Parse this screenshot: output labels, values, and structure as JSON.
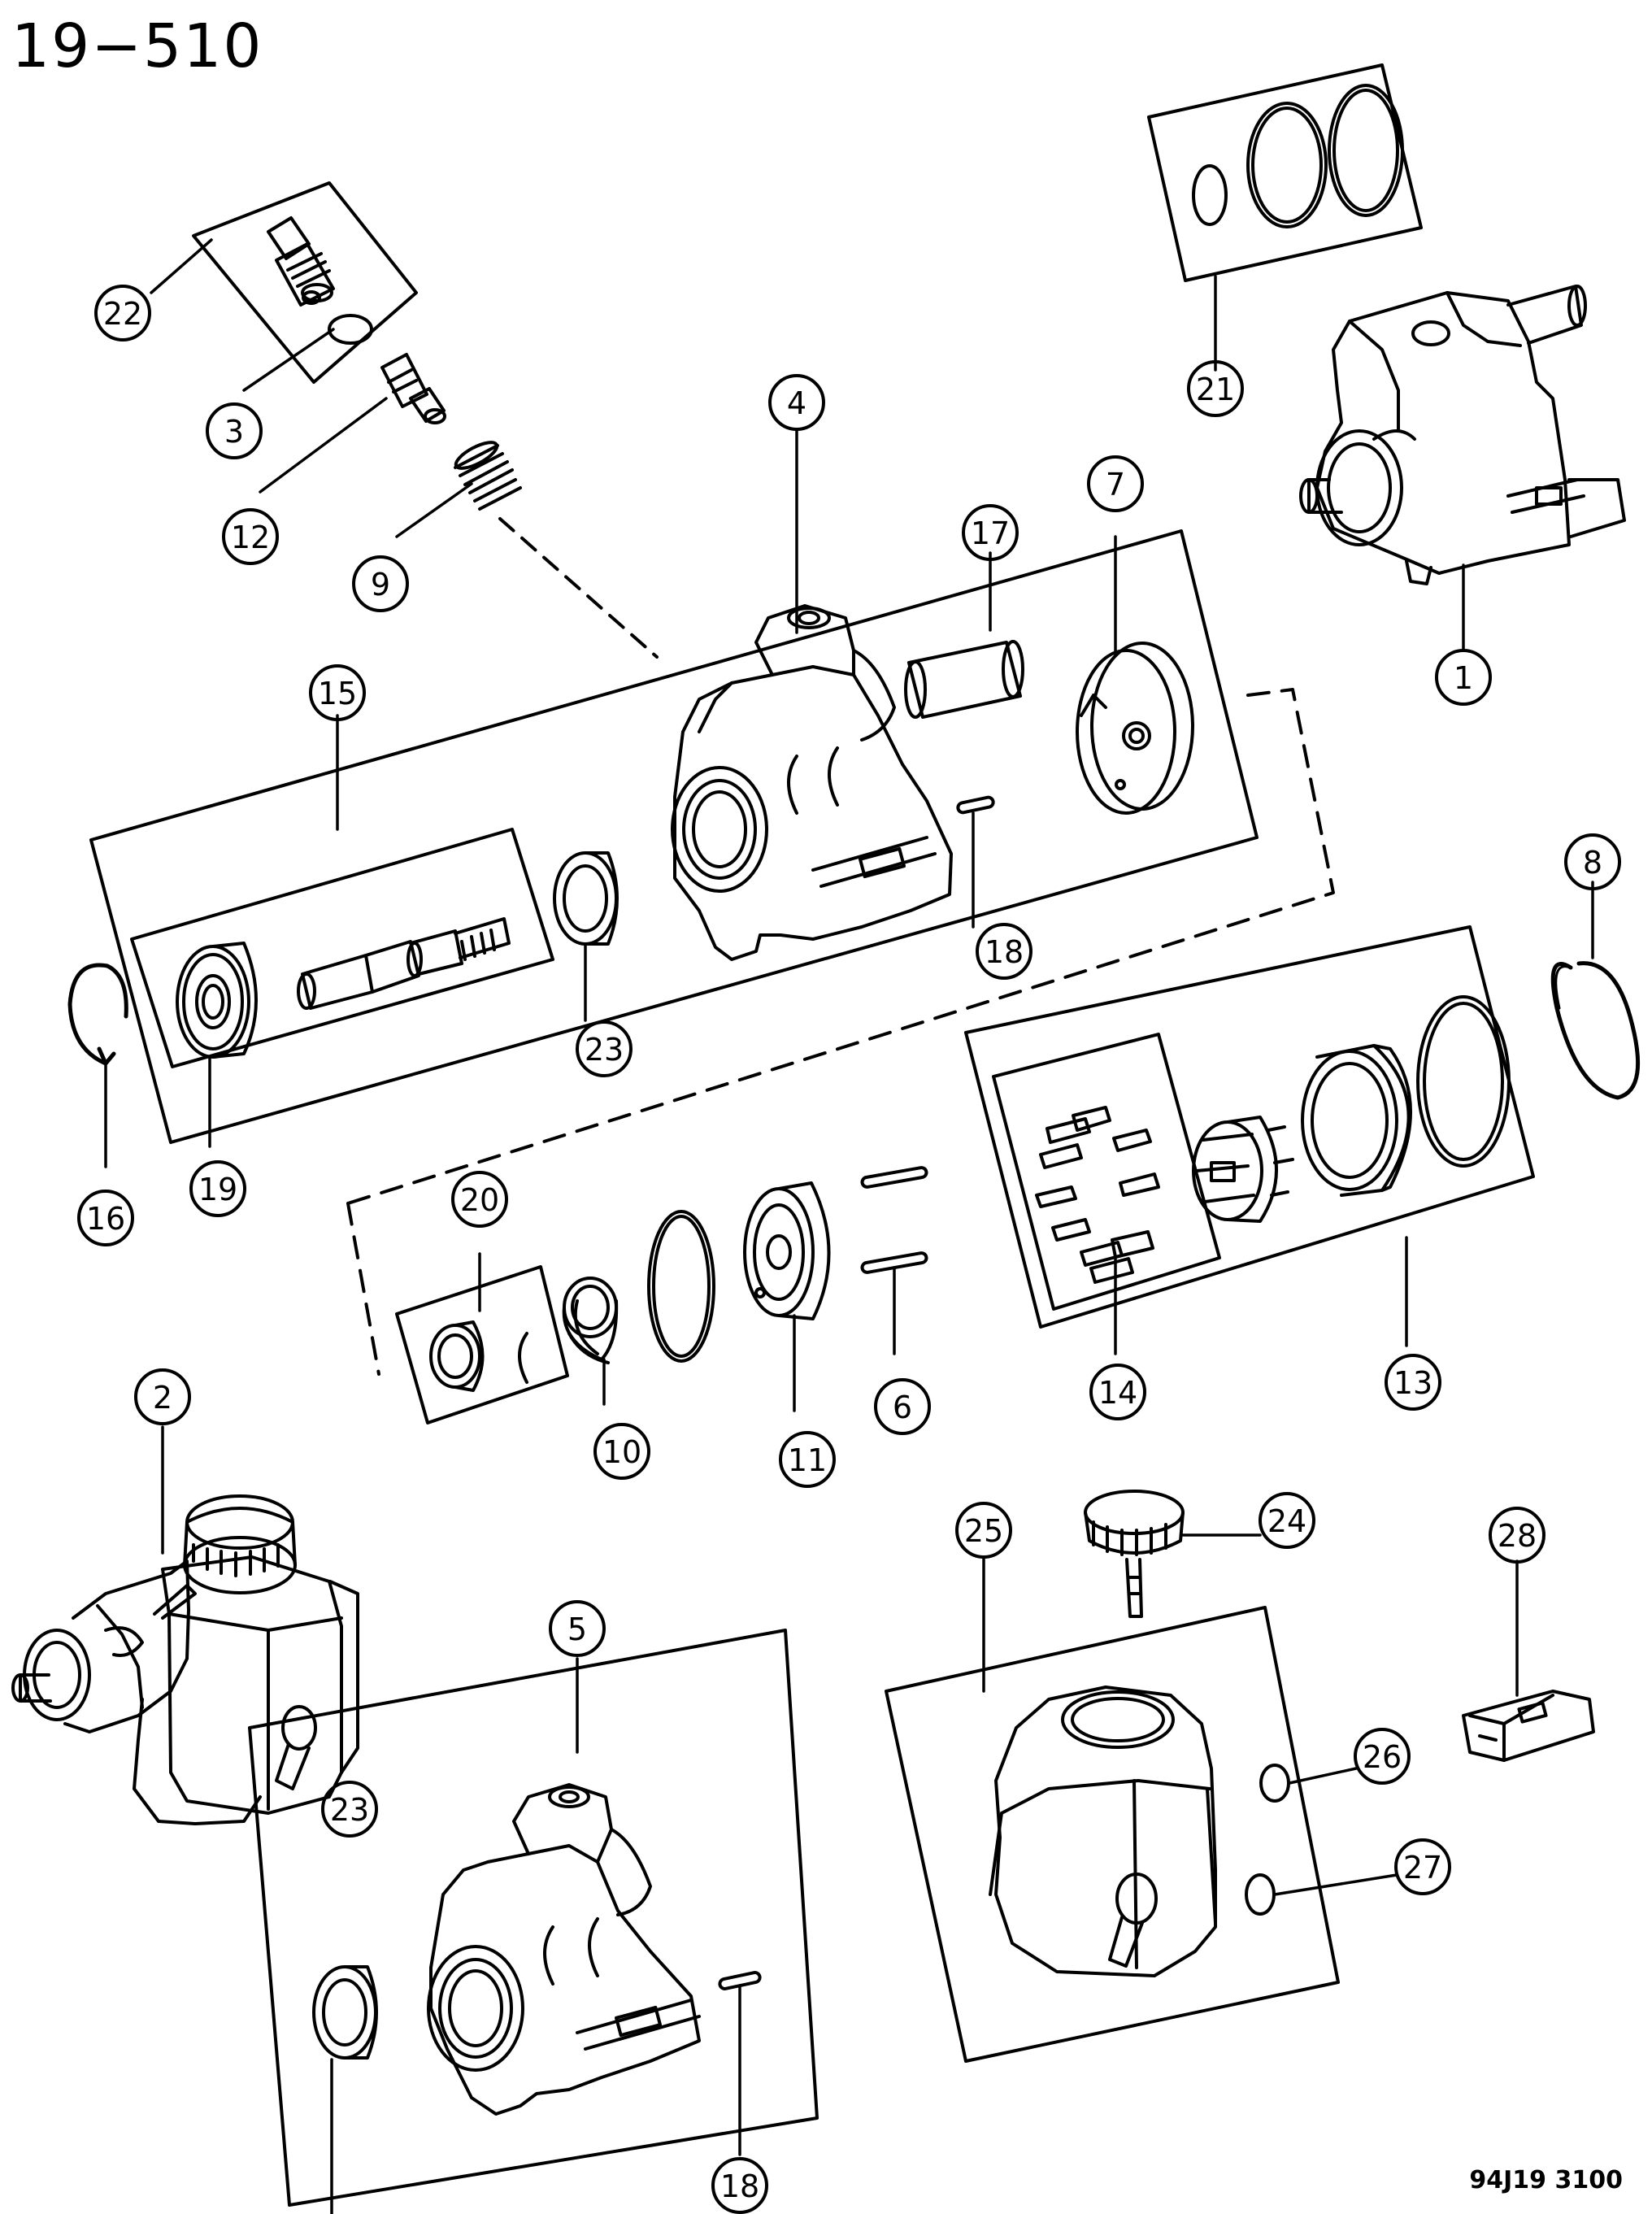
{
  "page_code": "19−510",
  "figure_code": "94J19  3100",
  "callouts": {
    "c1": "1",
    "c2": "2",
    "c3": "3",
    "c4": "4",
    "c5": "5",
    "c6": "6",
    "c7": "7",
    "c8": "8",
    "c9": "9",
    "c10": "10",
    "c11": "11",
    "c12": "12",
    "c13": "13",
    "c14": "14",
    "c15": "15",
    "c16": "16",
    "c17": "17",
    "c18a": "18",
    "c18b": "18",
    "c19": "19",
    "c20": "20",
    "c21": "21",
    "c22": "22",
    "c23a": "23",
    "c23b": "23",
    "c24": "24",
    "c25": "25",
    "c26": "26",
    "c27": "27",
    "c28": "28"
  }
}
